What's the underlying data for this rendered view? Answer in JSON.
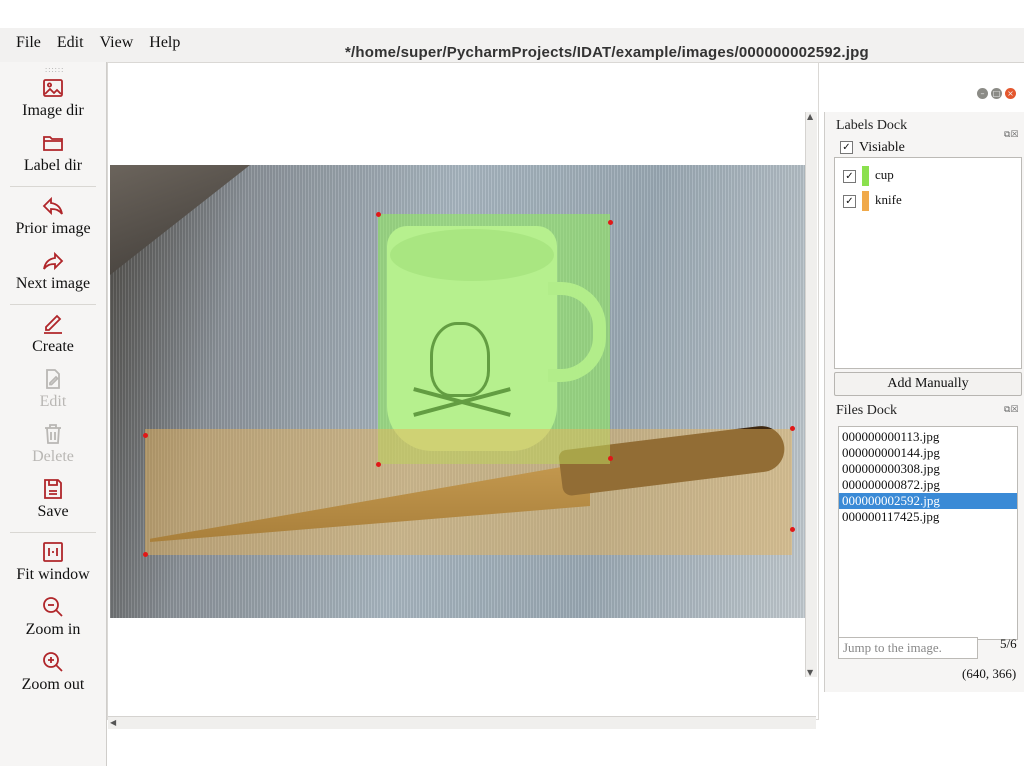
{
  "window": {
    "title": "*/home/super/PycharmProjects/IDAT/example/images/000000002592.jpg"
  },
  "menu": [
    "File",
    "Edit",
    "View",
    "Help"
  ],
  "toolbar": {
    "image_dir": "Image dir",
    "label_dir": "Label dir",
    "prior_image": "Prior image",
    "next_image": "Next image",
    "create": "Create",
    "edit": "Edit",
    "delete": "Delete",
    "save": "Save",
    "fit_window": "Fit window",
    "zoom_in": "Zoom in",
    "zoom_out": "Zoom out"
  },
  "labels_dock": {
    "title": "Labels Dock",
    "visible_label": "Visiable",
    "labels": [
      {
        "name": "cup",
        "color": "#8be04e"
      },
      {
        "name": "knife",
        "color": "#f0a94a"
      }
    ],
    "add_manually": "Add Manually"
  },
  "files_dock": {
    "title": "Files Dock",
    "files": [
      "000000000113.jpg",
      "000000000144.jpg",
      "000000000308.jpg",
      "000000000872.jpg",
      "000000002592.jpg",
      "000000117425.jpg"
    ],
    "selected_index": 4,
    "jump_placeholder": "Jump to the image.",
    "count": "5/6"
  },
  "status": {
    "coords": "(640, 366)"
  },
  "colors": {
    "selection": "#3a8ad6",
    "tool_icon": "#b0262a",
    "cup_box": "#90ee5a",
    "knife_box": "#e8b45a",
    "point": "#e01818"
  }
}
